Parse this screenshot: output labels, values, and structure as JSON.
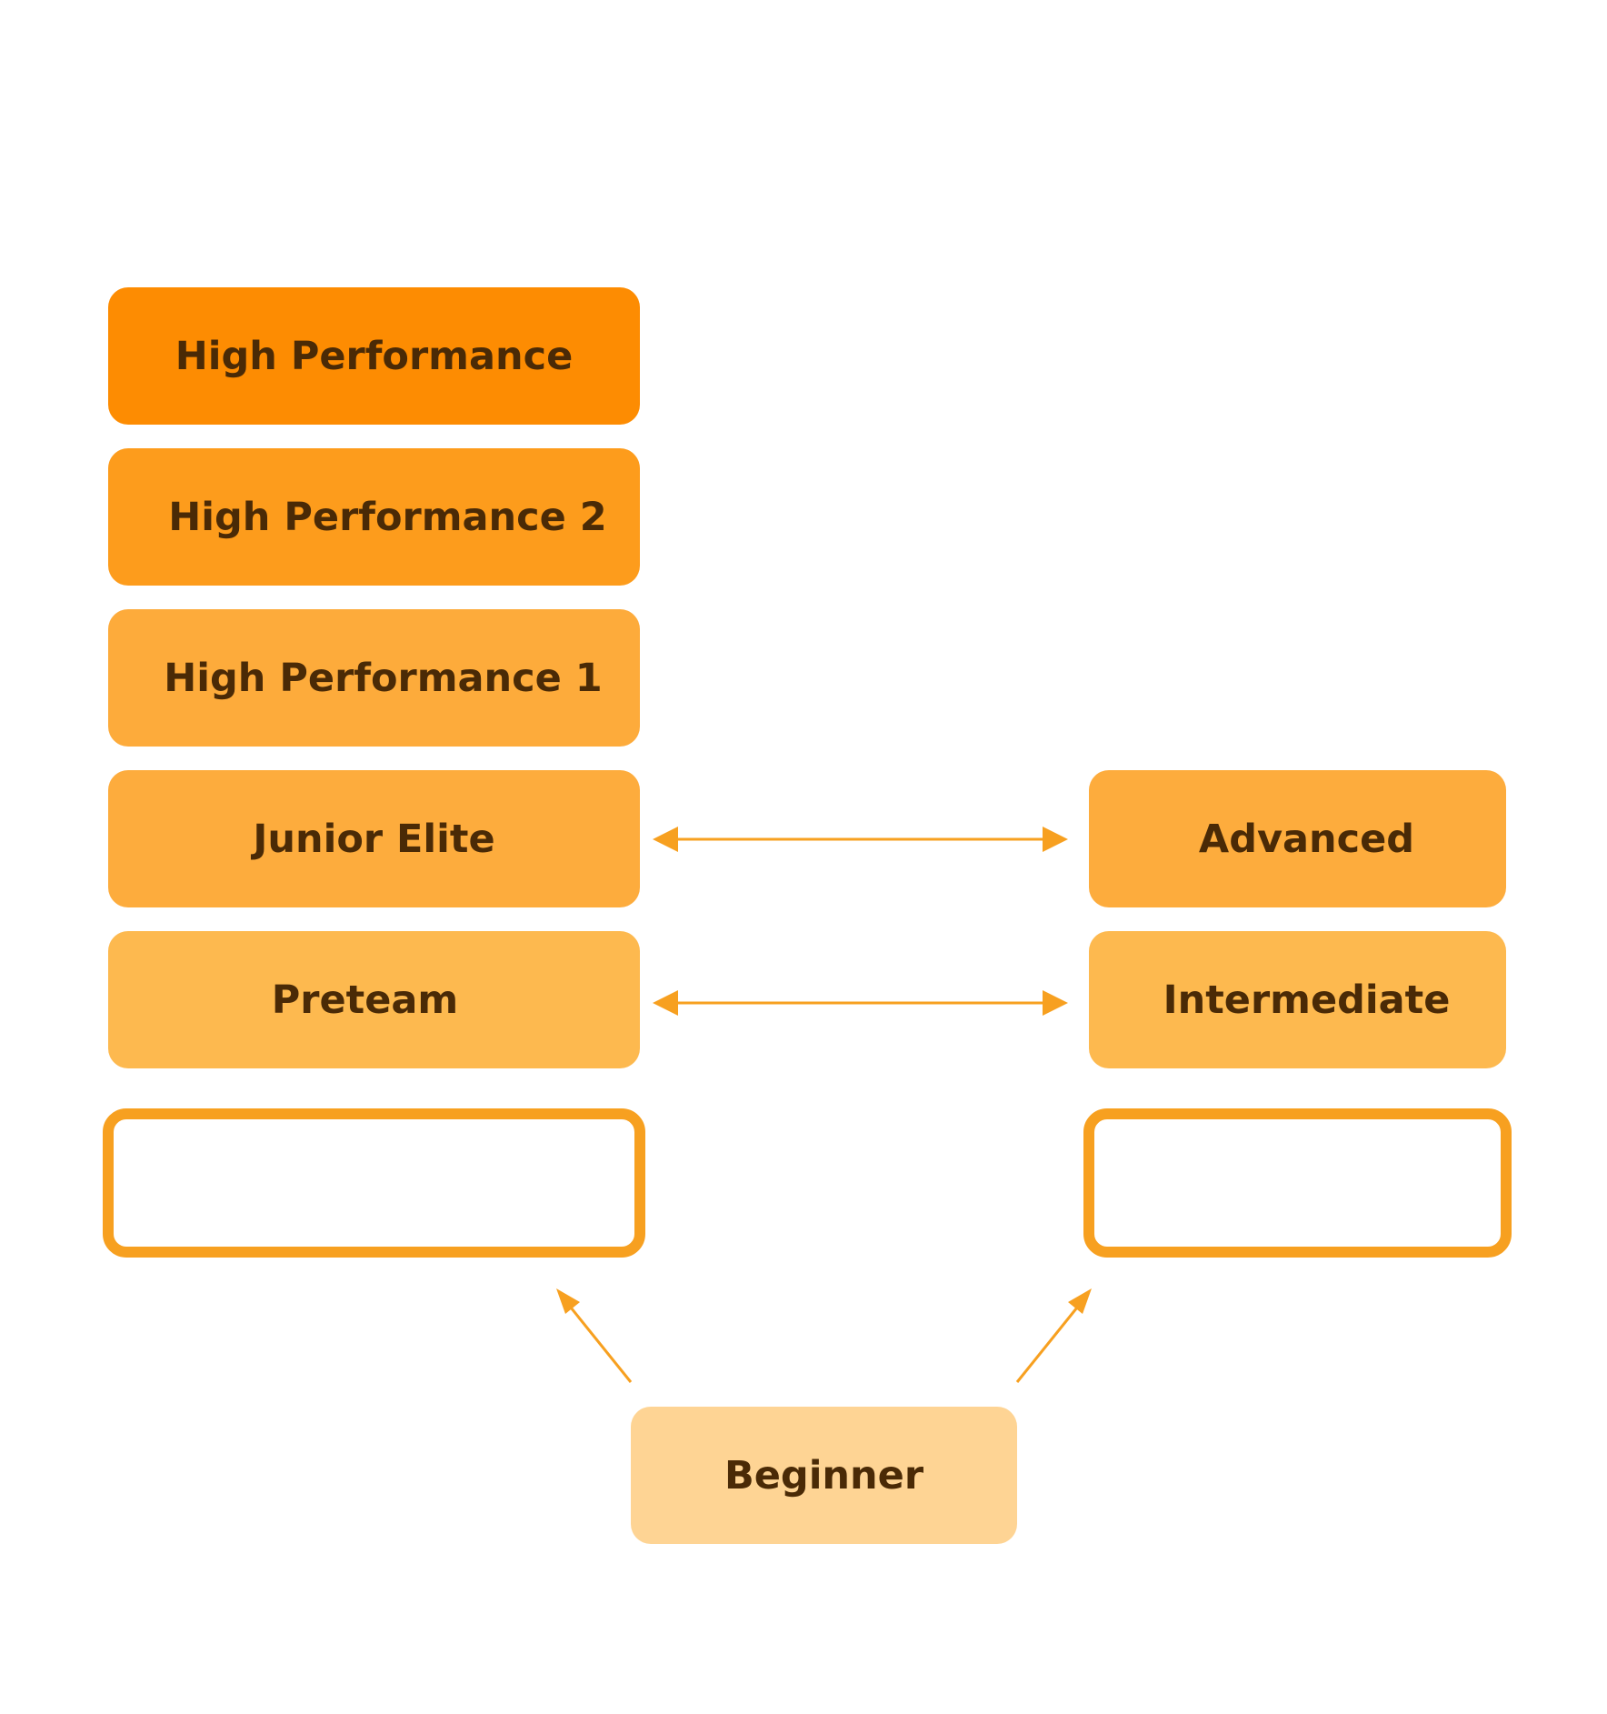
{
  "colors": {
    "level_1": "#fd8c02",
    "level_2": "#fd9c1c",
    "level_3": "#fdab3b",
    "level_4": "#fdac3d",
    "level_5": "#fdb94f",
    "level_6": "#fed494",
    "outline": "#f7a020",
    "arrow": "#f7a020",
    "text": "#4a2a06"
  },
  "left_column": {
    "high_performance": "High Performance",
    "high_performance_2": "High Performance 2",
    "high_performance_1": "High Performance 1",
    "junior_elite": "Junior Elite",
    "preteam": "Preteam"
  },
  "right_column": {
    "advanced": "Advanced",
    "intermediate": "Intermediate"
  },
  "bottom": {
    "beginner": "Beginner"
  },
  "edges": [
    {
      "from": "Junior Elite",
      "to": "Advanced",
      "type": "bidirectional"
    },
    {
      "from": "Preteam",
      "to": "Intermediate",
      "type": "bidirectional"
    },
    {
      "from": "Beginner",
      "to": "left-empty-box",
      "type": "directed"
    },
    {
      "from": "Beginner",
      "to": "right-empty-box",
      "type": "directed"
    }
  ]
}
